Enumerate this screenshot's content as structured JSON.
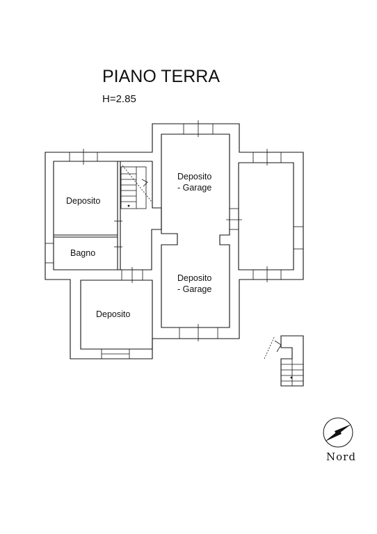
{
  "header": {
    "title": "PIANO TERRA",
    "height": "H=2.85"
  },
  "rooms": {
    "deposito_nw": "Deposito",
    "bagno": "Bagno",
    "deposito_sw": "Deposito",
    "garage_north_line1": "Deposito",
    "garage_north_line2": "- Garage",
    "garage_south_line1": "Deposito",
    "garage_south_line2": "- Garage"
  },
  "compass": {
    "label": "Nord"
  }
}
